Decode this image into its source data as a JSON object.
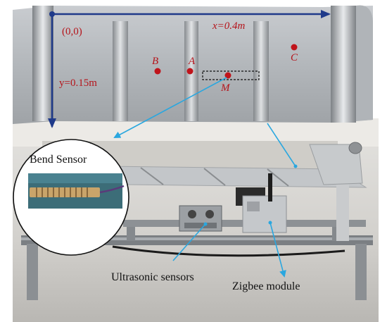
{
  "labels": {
    "origin": "(0,0)",
    "x_extent": "x=0.4m",
    "y_extent": "y=0.15m",
    "point_b": "B",
    "point_a": "A",
    "point_m": "M",
    "point_c": "C",
    "bend_sensor": "Bend Sensor",
    "ultrasonic_sensors": "Ultrasonic sensors",
    "zigbee_module": "Zigbee module"
  },
  "colors": {
    "axis": "#1f3a8a",
    "point_marker": "#c0141b",
    "callout_arrow": "#2aa7df",
    "sheet_metal": "#b9bdc1",
    "lab_background": "#d8d6d2",
    "rig_frame": "#6e7276"
  }
}
